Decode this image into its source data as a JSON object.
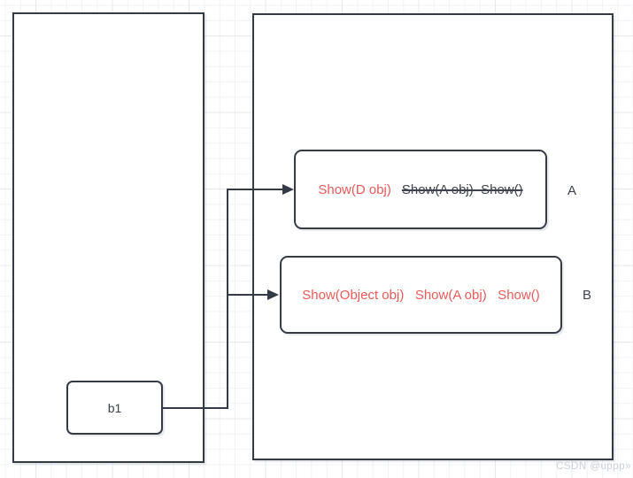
{
  "diagram": {
    "b1": {
      "label": "b1"
    },
    "box_a": {
      "red_text": "Show(D obj)",
      "struck_text": "Show(A obj)  Show()",
      "label": "A"
    },
    "box_b": {
      "text": "Show(Object obj)   Show(A obj)   Show()",
      "label": "B"
    }
  },
  "watermark": "CSDN @uppp»",
  "colors": {
    "accent_red": "#e85a5a",
    "stroke_dark": "#353b45",
    "text_dark": "#3f434d",
    "grid_minor": "#f1f2f5",
    "grid_major": "#e6e8ec",
    "watermark_gray": "#ccd0d9"
  }
}
